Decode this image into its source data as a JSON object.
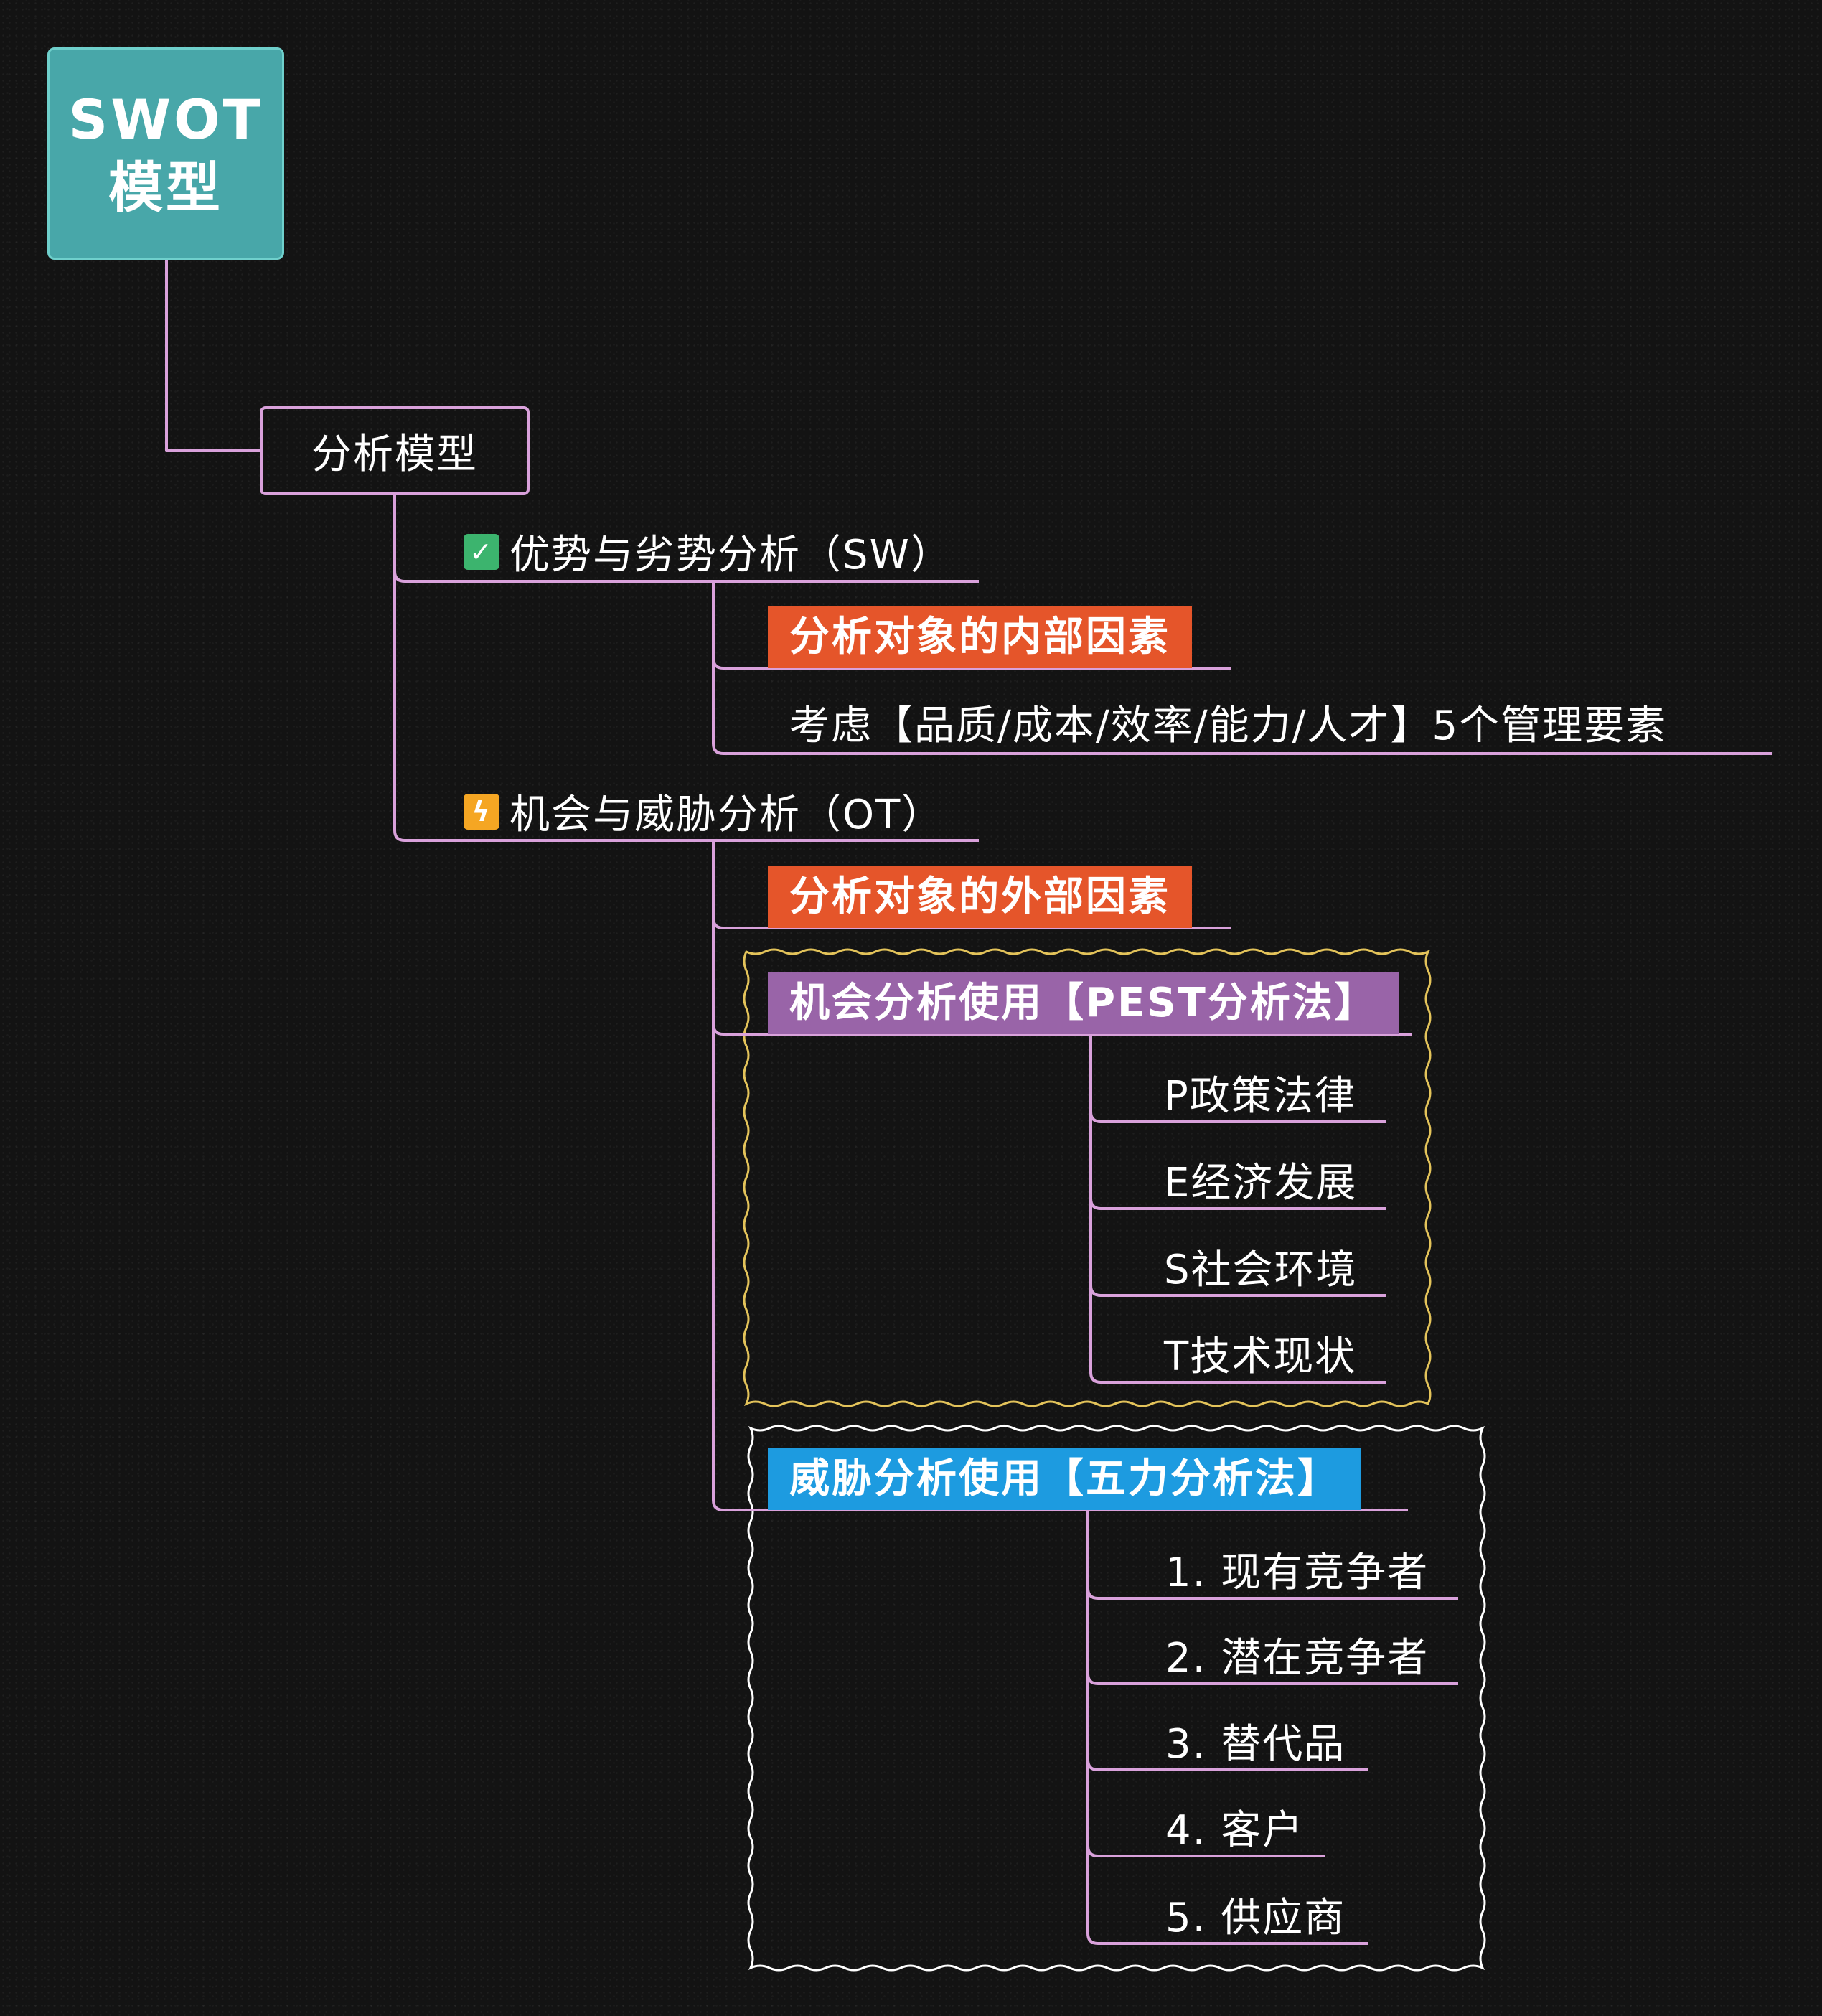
{
  "root": {
    "title": "SWOT\n模型",
    "color": "#48a7a9"
  },
  "model": {
    "label": "分析模型"
  },
  "sw": {
    "label": "优势与劣势分析（SW）",
    "icon": "check-icon",
    "tag": "分析对象的内部因素",
    "detail": "考虑【品质/成本/效率/能力/人才】5个管理要素"
  },
  "ot": {
    "label": "机会与威胁分析（OT）",
    "icon": "lightning-icon",
    "tag": "分析对象的外部因素",
    "pest": {
      "label": "机会分析使用【PEST分析法】",
      "items": [
        "P政策法律",
        "E经济发展",
        "S社会环境",
        "T技术现状"
      ]
    },
    "five": {
      "label": "威胁分析使用【五力分析法】",
      "items": [
        "1. 现有竞争者",
        "2. 潜在竞争者",
        "3. 替代品",
        "4. 客户",
        "5. 供应商"
      ]
    }
  },
  "colors": {
    "background": "#131313",
    "line": "#d9a1db",
    "tag_orange": "#e5552a",
    "tag_purple": "#9964a8",
    "tag_blue": "#1d9be0",
    "boundary_pest": "#e3c35a",
    "boundary_five": "#ffffff",
    "check_icon": "#3cb46e",
    "lightning_icon": "#f5a623"
  }
}
